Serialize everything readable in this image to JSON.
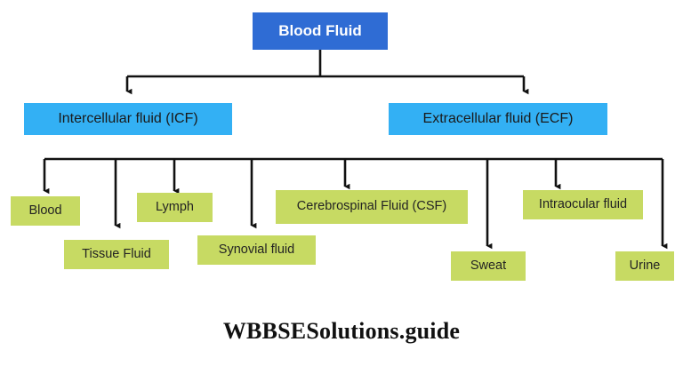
{
  "diagram": {
    "title_node": {
      "label": "Blood Fluid"
    },
    "level2": [
      {
        "label": "Intercellular fluid (ICF)"
      },
      {
        "label": "Extracellular fluid (ECF)"
      }
    ],
    "leaves": [
      {
        "label": "Blood"
      },
      {
        "label": "Tissue Fluid"
      },
      {
        "label": "Lymph"
      },
      {
        "label": "Synovial fluid"
      },
      {
        "label": "Cerebrospinal Fluid (CSF)"
      },
      {
        "label": "Sweat"
      },
      {
        "label": "Intraocular fluid"
      },
      {
        "label": "Urine"
      }
    ]
  },
  "footer": {
    "text": "WBBSESolutions.guide"
  },
  "colors": {
    "root_fill": "#2F6CD4",
    "root_text": "#FFFFFF",
    "level2_fill": "#33B0F4",
    "level2_text": "#1A1A1A",
    "leaf_fill": "#C7DA63",
    "leaf_text": "#232323",
    "connector": "#111111",
    "background": "#FFFFFF",
    "footer_text": "#111111"
  }
}
